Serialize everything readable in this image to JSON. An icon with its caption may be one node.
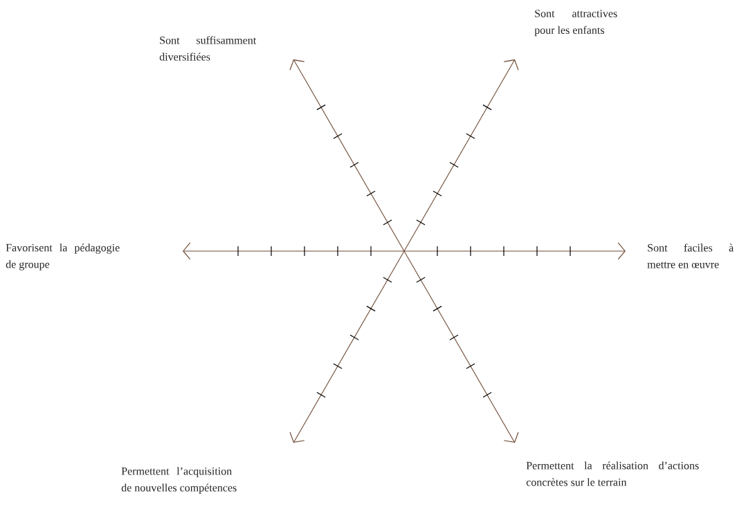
{
  "diagram": {
    "labels": [
      "Sont suffisamment diversifiées",
      "Sont attractives pour les enfants",
      "Favorisent la pédagogie de groupe",
      "Sont faciles à mettre en œuvre",
      "Permettent l’acquisition de nouvelles compétences",
      "Permettent la réalisation d’actions concrètes sur le terrain"
    ]
  }
}
